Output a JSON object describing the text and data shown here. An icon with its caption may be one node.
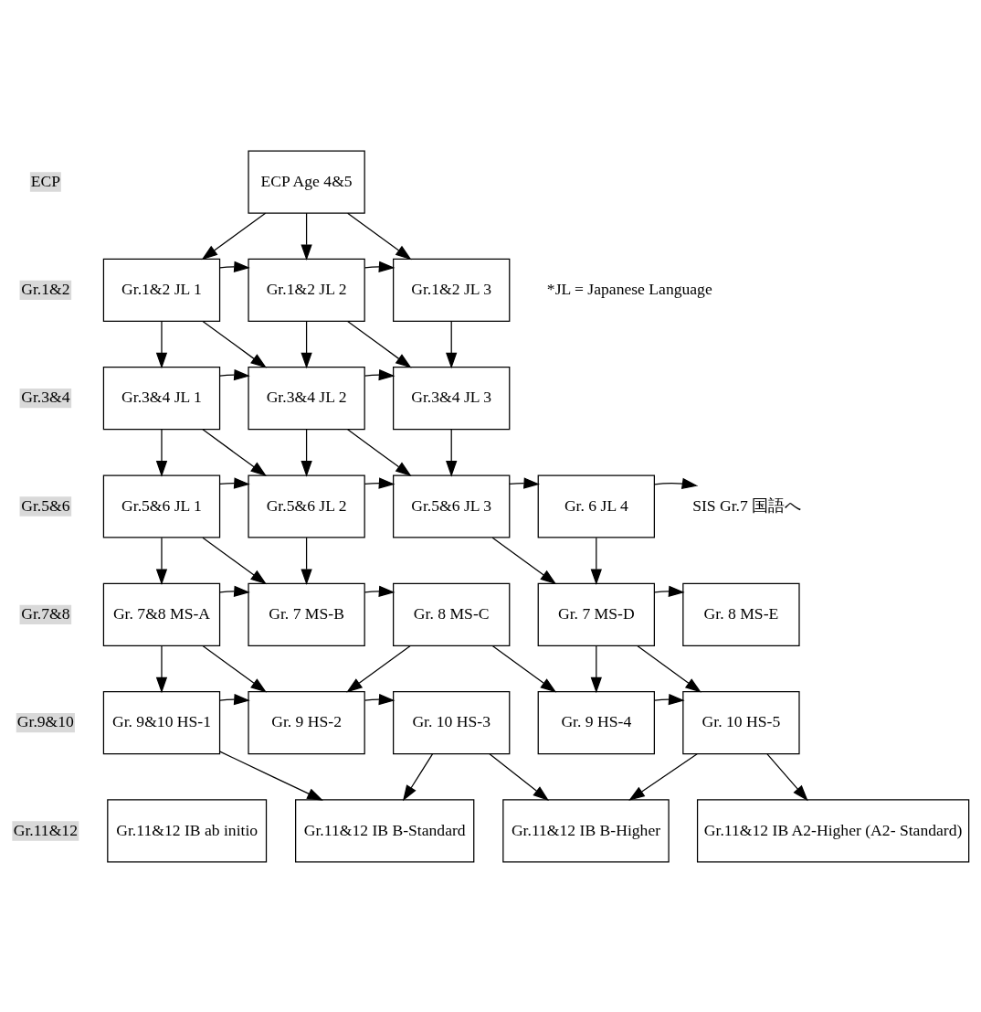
{
  "diagram": {
    "nodes": [
      {
        "text": [
          "ECP Age 4&5"
        ]
      },
      {
        "text": [
          "Gr.1&2 JL 1"
        ]
      },
      {
        "text": [
          "Gr.1&2 JL 2"
        ]
      },
      {
        "text": [
          "Gr.1&2 JL 3"
        ]
      },
      {
        "text": [
          "Gr.3&4 JL 1"
        ]
      },
      {
        "text": [
          "Gr.3&4 JL 2"
        ]
      },
      {
        "text": [
          "Gr.3&4 JL 3"
        ]
      },
      {
        "text": [
          "Gr.5&6 JL 1"
        ]
      },
      {
        "text": [
          "Gr.5&6 JL 2"
        ]
      },
      {
        "text": [
          "Gr.5&6 JL 3"
        ]
      },
      {
        "text": [
          "Gr. 6 JL 4"
        ]
      },
      {
        "text": [
          "SIS Gr.7 国語へ"
        ]
      },
      {
        "text": [
          "Gr. 7&8 MS-A"
        ]
      },
      {
        "text": [
          "Gr. 7 MS-B"
        ]
      },
      {
        "text": [
          "Gr. 8 MS-C"
        ]
      },
      {
        "text": [
          "Gr. 7 MS-D"
        ]
      },
      {
        "text": [
          "Gr. 8 MS-E"
        ]
      },
      {
        "text": [
          "Gr. 9&10 HS-1"
        ]
      },
      {
        "text": [
          "Gr. 9 HS-2"
        ]
      },
      {
        "text": [
          "Gr. 10 HS-3"
        ]
      },
      {
        "text": [
          "Gr. 9 HS-4"
        ]
      },
      {
        "text": [
          "Gr. 10 HS-5"
        ]
      },
      {
        "text": [
          "Gr.11&12 IB ab initio"
        ]
      },
      {
        "text": [
          "Gr.11&12 IB B-Standard"
        ]
      },
      {
        "text": [
          "Gr.11&12 IB B-Higher"
        ]
      },
      {
        "text": [
          "Gr.11&12 IB A2-Higher (A2- Standard)"
        ]
      }
    ],
    "edges": [
      {
        "from": 0,
        "to": 1,
        "arrow": "to"
      },
      {
        "from": 0,
        "to": 2,
        "arrow": "to"
      },
      {
        "from": 0,
        "to": 3,
        "arrow": "to"
      },
      {
        "from": 1,
        "to": 2,
        "arrow": "to"
      },
      {
        "from": 2,
        "to": 3,
        "arrow": "to"
      },
      {
        "from": 1,
        "to": 4,
        "arrow": "to"
      },
      {
        "from": 1,
        "to": 5,
        "arrow": "to"
      },
      {
        "from": 2,
        "to": 5,
        "arrow": "to"
      },
      {
        "from": 2,
        "to": 6,
        "arrow": "to"
      },
      {
        "from": 3,
        "to": 6,
        "arrow": "to"
      },
      {
        "from": 4,
        "to": 5,
        "arrow": "to"
      },
      {
        "from": 5,
        "to": 6,
        "arrow": "to"
      },
      {
        "from": 4,
        "to": 7,
        "arrow": "to"
      },
      {
        "from": 4,
        "to": 8,
        "arrow": "to"
      },
      {
        "from": 5,
        "to": 8,
        "arrow": "to"
      },
      {
        "from": 5,
        "to": 9,
        "arrow": "to"
      },
      {
        "from": 6,
        "to": 9,
        "arrow": "to"
      },
      {
        "from": 7,
        "to": 8,
        "arrow": "to"
      },
      {
        "from": 8,
        "to": 9,
        "arrow": "to"
      },
      {
        "from": 9,
        "to": 10,
        "arrow": "to"
      },
      {
        "from": 10,
        "to": 11,
        "arrow": "to"
      },
      {
        "from": 7,
        "to": 12,
        "arrow": "to"
      },
      {
        "from": 7,
        "to": 13,
        "arrow": "to"
      },
      {
        "from": 8,
        "to": 13,
        "arrow": "to"
      },
      {
        "from": 9,
        "to": 15,
        "arrow": "to"
      },
      {
        "from": 10,
        "to": 15,
        "arrow": "to"
      },
      {
        "from": 12,
        "to": 13,
        "arrow": "to"
      },
      {
        "from": 13,
        "to": 14,
        "arrow": "to"
      },
      {
        "from": 15,
        "to": 16,
        "arrow": "to"
      },
      {
        "from": 12,
        "to": 17,
        "arrow": "to"
      },
      {
        "from": 12,
        "to": 18,
        "arrow": "to"
      },
      {
        "from": 14,
        "to": 18,
        "arrow": "to"
      },
      {
        "from": 14,
        "to": 20,
        "arrow": "to"
      },
      {
        "from": 15,
        "to": 20,
        "arrow": "to"
      },
      {
        "from": 15,
        "to": 21,
        "arrow": "to"
      },
      {
        "from": 17,
        "to": 18,
        "arrow": "to"
      },
      {
        "from": 18,
        "to": 19,
        "arrow": "to"
      },
      {
        "from": 20,
        "to": 21,
        "arrow": "to"
      },
      {
        "from": 17,
        "to": 23,
        "arrow": "to"
      },
      {
        "from": 19,
        "to": 23,
        "arrow": "to"
      },
      {
        "from": 19,
        "to": 24,
        "arrow": "to"
      },
      {
        "from": 21,
        "to": 24,
        "arrow": "to"
      },
      {
        "from": 21,
        "to": 25,
        "arrow": "to"
      }
    ],
    "labels": [
      "ECP",
      "Gr.1&2",
      "*JL = Japanese Language",
      "Gr.3&4",
      "Gr.5&6",
      "Gr.7&8",
      "Gr.9&10",
      "Gr.11&12"
    ]
  }
}
